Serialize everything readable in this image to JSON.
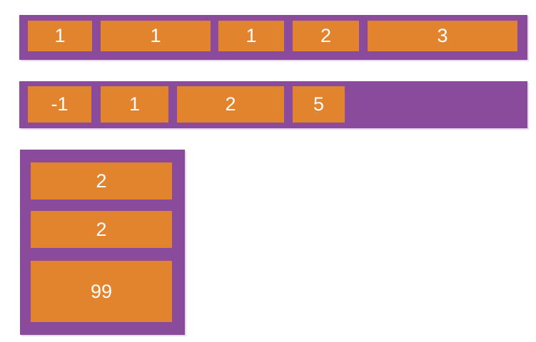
{
  "colors": {
    "page_background": "#FFFFFF",
    "container_purple": "#8B4B9C",
    "item_orange": "#E2832D",
    "item_text": "#FFFFFF"
  },
  "diagram": {
    "containers": [
      {
        "id": "row-1",
        "direction": "row",
        "items": [
          {
            "label": "1"
          },
          {
            "label": "1"
          },
          {
            "label": "1"
          },
          {
            "label": "2"
          },
          {
            "label": "3"
          }
        ]
      },
      {
        "id": "row-2",
        "direction": "row",
        "items": [
          {
            "label": "-1"
          },
          {
            "label": "1"
          },
          {
            "label": "2"
          },
          {
            "label": "5"
          }
        ]
      },
      {
        "id": "column-1",
        "direction": "column",
        "items": [
          {
            "label": "2"
          },
          {
            "label": "2"
          },
          {
            "label": "99"
          }
        ]
      }
    ]
  }
}
